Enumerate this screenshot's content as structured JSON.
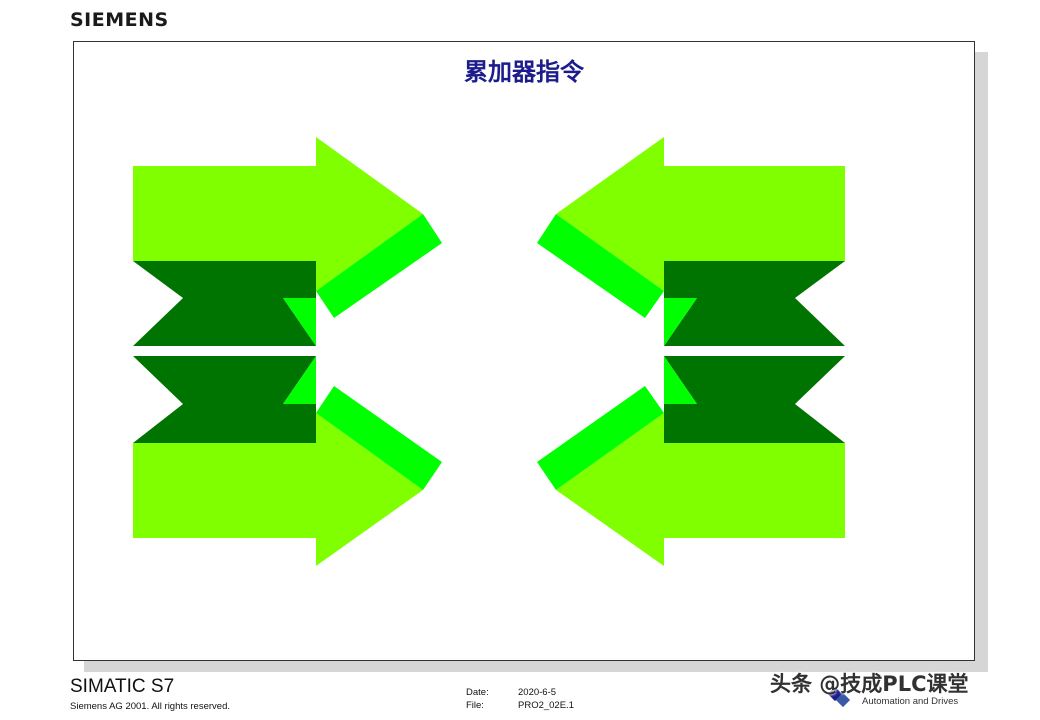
{
  "brand": {
    "name": "SIEMENS"
  },
  "slide": {
    "title": "累加器指令"
  },
  "footer": {
    "product": "SIMATIC S7",
    "copyright": "Siemens AG 2001. All rights reserved.",
    "date_label": "Date:",
    "date_value": "2020-6-5",
    "file_label": "File:",
    "file_value": "PRO2_02E.1",
    "department": "Automation and Drives",
    "watermark": "头条 @技成PLC课堂"
  },
  "colors": {
    "arrow_light": "#80ff00",
    "arrow_bright": "#00ff00",
    "arrow_dark": "#007400",
    "title": "#1c1c8c"
  },
  "icons": [
    "arrow-right-icon",
    "arrow-left-icon"
  ]
}
